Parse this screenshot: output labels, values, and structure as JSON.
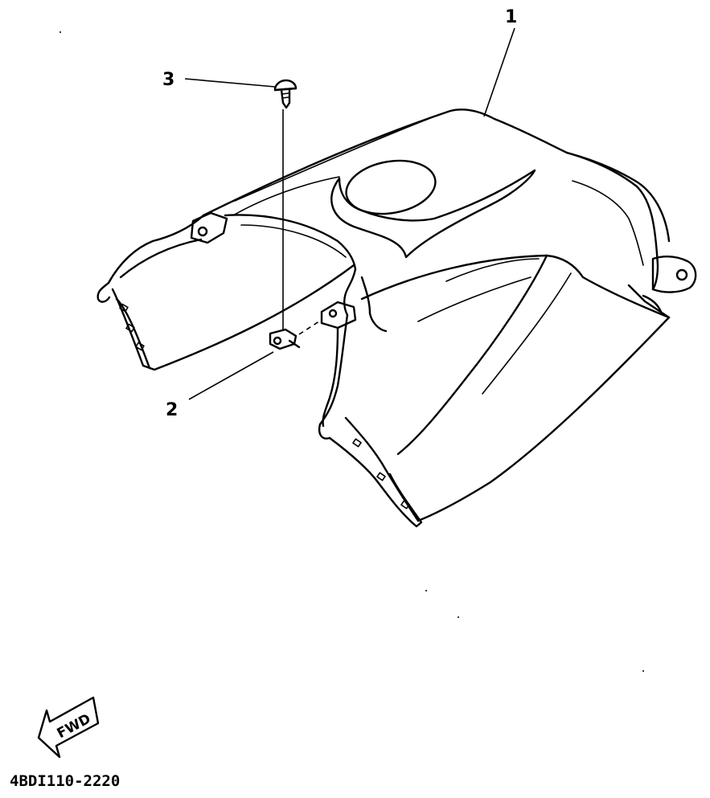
{
  "callouts": [
    {
      "number": "1",
      "part": "cover"
    },
    {
      "number": "2",
      "part": "clip"
    },
    {
      "number": "3",
      "part": "screw"
    }
  ],
  "direction_label": "FWD",
  "drawing_code": "4BDI110-2220",
  "colors": {
    "ink": "#000000",
    "paper": "#ffffff"
  }
}
